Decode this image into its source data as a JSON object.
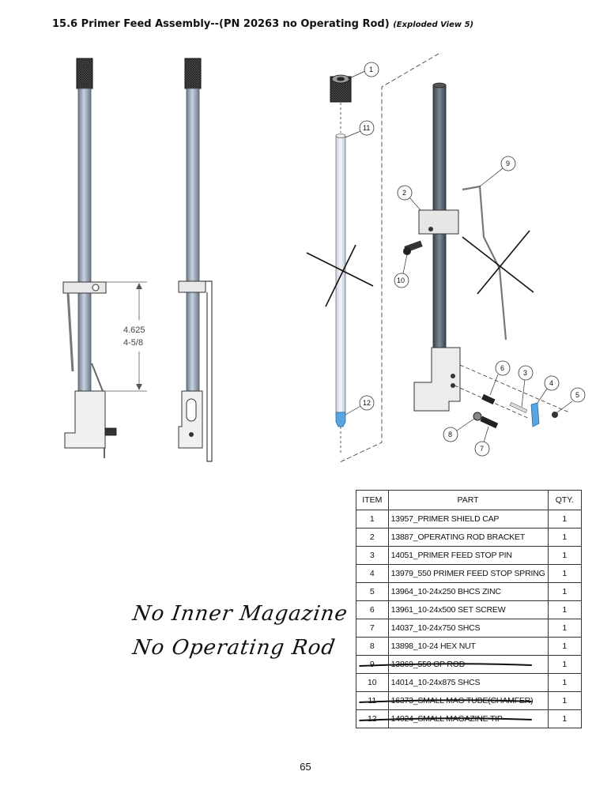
{
  "title": {
    "main": "15.6  Primer Feed Assembly--(PN 20263 no Operating Rod)",
    "sub": "(Exploded View 5)"
  },
  "dimension": {
    "decimal": "4.625",
    "fraction": "4-5/8"
  },
  "callouts": [
    "1",
    "2",
    "3",
    "4",
    "5",
    "6",
    "7",
    "8",
    "9",
    "10",
    "11",
    "12"
  ],
  "bom": {
    "headers": {
      "item": "ITEM",
      "part": "PART",
      "qty": "QTY."
    },
    "rows": [
      {
        "item": "1",
        "part": "13957_PRIMER SHIELD CAP",
        "qty": "1",
        "struck": false
      },
      {
        "item": "2",
        "part": "13887_OPERATING ROD BRACKET",
        "qty": "1",
        "struck": false
      },
      {
        "item": "3",
        "part": "14051_PRIMER FEED STOP PIN",
        "qty": "1",
        "struck": false
      },
      {
        "item": "4",
        "part": "13979_550 PRIMER FEED STOP SPRING",
        "qty": "1",
        "struck": false
      },
      {
        "item": "5",
        "part": "13964_10-24x250 BHCS ZINC",
        "qty": "1",
        "struck": false
      },
      {
        "item": "6",
        "part": "13961_10-24x500 SET SCREW",
        "qty": "1",
        "struck": false
      },
      {
        "item": "7",
        "part": "14037_10-24x750 SHCS",
        "qty": "1",
        "struck": false
      },
      {
        "item": "8",
        "part": "13898_10-24 HEX NUT",
        "qty": "1",
        "struck": false
      },
      {
        "item": "9",
        "part": "13869_550 OP ROD",
        "qty": "1",
        "struck": true
      },
      {
        "item": "10",
        "part": "14014_10-24x875 SHCS",
        "qty": "1",
        "struck": false
      },
      {
        "item": "11",
        "part": "16373_SMALL MAG TUBE(CHAMFER)",
        "qty": "1",
        "struck": true
      },
      {
        "item": "12",
        "part": "14024_SMALL MAGAZINE TIP",
        "qty": "1",
        "struck": true
      }
    ]
  },
  "handwritten_notes": [
    "No Inner Magazine",
    "No Operating Rod"
  ],
  "page_number": "65"
}
